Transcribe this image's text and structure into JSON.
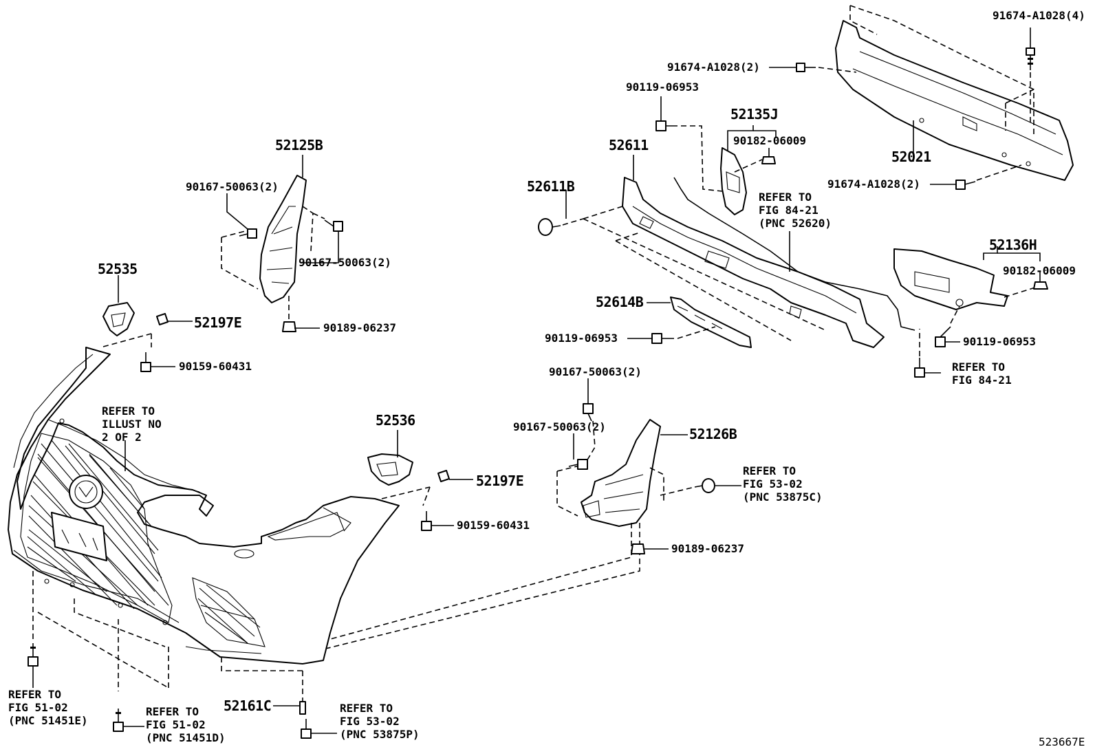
{
  "diagram_id": "523667E",
  "labels": {
    "p_91674_top_right": "91674-A1028(4)",
    "p_91674_top": "91674-A1028(2)",
    "p_90119_top": "90119-06953",
    "p_52135J": "52135J",
    "p_90182_a": "90182-06009",
    "p_52611": "52611",
    "p_52021": "52021",
    "p_91674_mid": "91674-A1028(2)",
    "p_52125B": "52125B",
    "p_90167_a": "90167-50063(2)",
    "p_52611B": "52611B",
    "p_ref_84_21_a": [
      "REFER TO",
      "FIG 84-21",
      "(PNC 52620)"
    ],
    "p_90167_b": "90167-50063(2)",
    "p_52136H": "52136H",
    "p_90182_b": "90182-06009",
    "p_52535": "52535",
    "p_52614B": "52614B",
    "p_52197E_a": "52197E",
    "p_90189_a": "90189-06237",
    "p_90119_mid": "90119-06953",
    "p_90119_right": "90119-06953",
    "p_90159_a": "90159-60431",
    "p_ref_84_21_b": [
      "REFER TO",
      "FIG 84-21"
    ],
    "p_90167_c": "90167-50063(2)",
    "p_ref_illust": [
      "REFER TO",
      "ILLUST NO",
      "2 OF 2"
    ],
    "p_52536": "52536",
    "p_90167_d": "90167-50063(2)",
    "p_52126B": "52126B",
    "p_ref_53_02_a": [
      "REFER TO",
      "FIG 53-02",
      "(PNC 53875C)"
    ],
    "p_52197E_b": "52197E",
    "p_90159_b": "90159-60431",
    "p_90189_b": "90189-06237",
    "p_ref_51_02_e": [
      "REFER TO",
      "FIG 51-02",
      "(PNC 51451E)"
    ],
    "p_52161C": "52161C",
    "p_ref_51_02_d": [
      "REFER TO",
      "FIG 51-02",
      "(PNC 51451D)"
    ],
    "p_ref_53_02_p": [
      "REFER TO",
      "FIG 53-02",
      "(PNC 53875P)"
    ]
  }
}
